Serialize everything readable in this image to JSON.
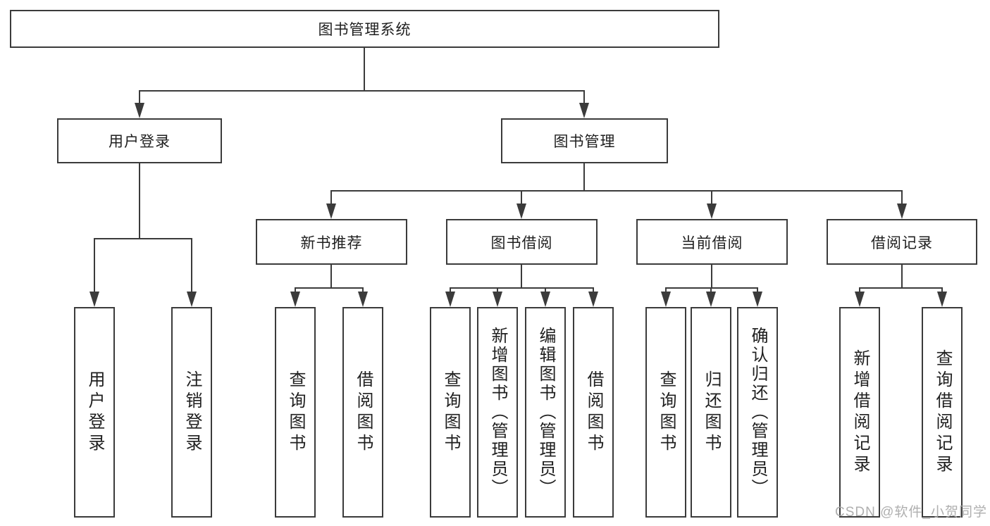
{
  "nodes": {
    "root": "图书管理系统",
    "user_login": "用户登录",
    "book_management": "图书管理",
    "new_book_recommend": "新书推荐",
    "book_borrow": "图书借阅",
    "current_borrow": "当前借阅",
    "borrow_records": "借阅记录",
    "login": "用户登录",
    "logout": "注销登录",
    "rec_query_books": "查询图书",
    "rec_borrow_books": "借阅图书",
    "bb_query_books": "查询图书",
    "bb_add_books": "新增图书（管理员）",
    "bb_edit_books": "编辑图书（管理员）",
    "bb_borrow_books": "借阅图书",
    "cb_query_books": "查询图书",
    "cb_return_books": "归还图书",
    "cb_confirm_return": "确认归还（管理员）",
    "br_add_record": "新增借阅记录",
    "br_query_record": "查询借阅记录"
  },
  "watermark": "CSDN @软件_小贺同学",
  "colors": {
    "line": "#3b3b3b",
    "text": "#1f1f1f",
    "watermark": "#a8a8a8",
    "background": "#ffffff"
  }
}
